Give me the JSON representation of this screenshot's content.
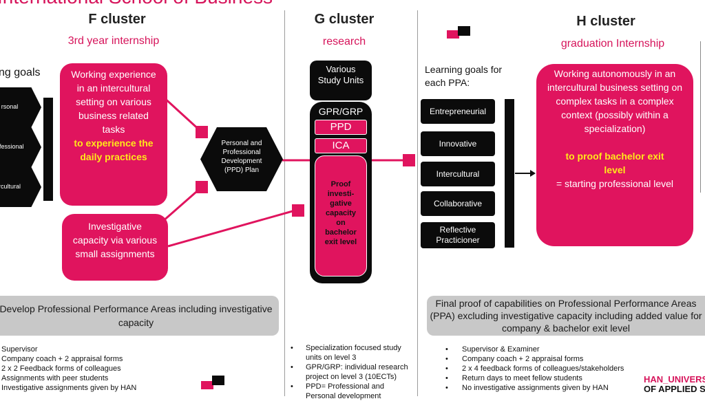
{
  "title": "International School of Business",
  "f_cluster": {
    "heading": "F cluster",
    "subheading": "3rd year internship",
    "goals_label": "ng goals",
    "hex_items": [
      "rsonal",
      "ofessional",
      "rcultural"
    ],
    "work_box": {
      "text": "Working experience in an intercultural setting on various business related tasks",
      "highlight": "to experience the daily practices"
    },
    "invest_box": "Investigative capacity via various small assignments",
    "bottom_bar": "Develop Professional Performance Areas including investigative capacity",
    "bullets": [
      "Supervisor",
      "Company coach + 2 appraisal forms",
      "2 x 2 Feedback forms of colleagues",
      "Assignments with peer students",
      "Investigative assignments given by HAN"
    ]
  },
  "ppd_hex": "Personal and Professional Development (PPD) Plan",
  "g_cluster": {
    "heading": "G cluster",
    "subheading": "research",
    "various": "Various Study Units",
    "gpr": "GPR/GRP",
    "ppd": "PPD",
    "ica": "ICA",
    "proof": "Proof investi- gative capacity on bachelor exit level",
    "bullets": [
      "Specialization focused study units on level 3",
      "GPR/GRP: individual research project on level 3 (10ECTs)",
      "PPD= Professional and",
      "Personal development"
    ]
  },
  "h_cluster": {
    "heading": "H cluster",
    "subheading": "graduation Internship",
    "goals_label": "Learning goals for each PPA:",
    "goals": [
      "Entrepreneurial",
      "Innovative",
      "Intercultural",
      "Collaborative",
      "Reflective Practicioner"
    ],
    "grad_box": {
      "text": "Working autonomously in an intercultural business setting on complex tasks in a complex context (possibly within a specialization)",
      "highlight": "to proof bachelor exit level",
      "tail": "= starting professional level"
    },
    "bottom_bar": "Final proof of capabilities on Professional Performance Areas (PPA) excluding investigative capacity including added value for company & bachelor exit level",
    "bullets": [
      "Supervisor & Examiner",
      "Company coach + 2 appraisal forms",
      "2 x 4 feedback forms of colleagues/stakeholders",
      "Return days to meet fellow students",
      "No investigative assignments given by HAN"
    ]
  },
  "logo_text": [
    "HAN_UNIVERSITY",
    "OF APPLIED SCIENCES"
  ],
  "colors": {
    "accent": "#e0145e",
    "dark": "#0b0b0b",
    "gray": "#c8c8c8",
    "highlight": "#ffe81a"
  }
}
